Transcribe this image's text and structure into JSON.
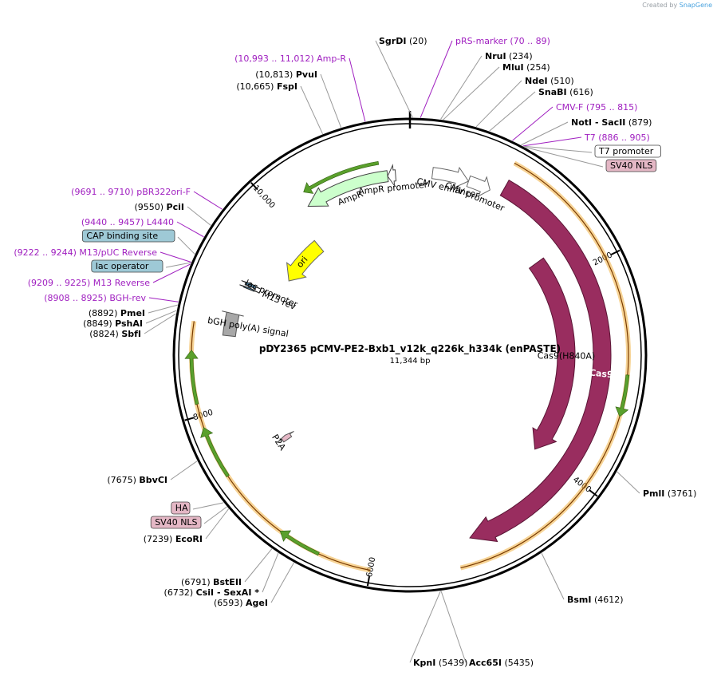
{
  "credit": {
    "prefix": "Created by",
    "brand": "SnapGene"
  },
  "plasmid": {
    "name": "pDY2365 pCMV-PE2-Bxb1_v12k_q226k_h334k (enPASTE)",
    "size_label": "11,344 bp",
    "length": 11344
  },
  "colors": {
    "backbone": "#000000",
    "primer": "#a020c0",
    "cas9": "#992d5f",
    "ori": "#ffff00",
    "ampr": "#ccffcc",
    "promoter": "#ffffff",
    "cap_site": "#9ec9d6",
    "nls": "#e4b7c5",
    "polyA_gray": "#a8a8a8",
    "orange_track": "#f0b040",
    "green_arrow": "#5aa02c"
  },
  "ticks": [
    {
      "pos": 2000,
      "label": "2000"
    },
    {
      "pos": 4000,
      "label": "4000"
    },
    {
      "pos": 6000,
      "label": "6000"
    },
    {
      "pos": 8000,
      "label": "8000"
    },
    {
      "pos": 10000,
      "label": "10,000"
    }
  ],
  "features": [
    {
      "name": "CMV enhancer",
      "label": "CMV enhancer",
      "start": 223,
      "end": 586,
      "strand": 1,
      "type": "enhancer"
    },
    {
      "name": "CMV promoter",
      "label": "CMV promoter",
      "start": 587,
      "end": 815,
      "strand": 1,
      "type": "promoter"
    },
    {
      "name": "Cas9",
      "label": "Cas9",
      "start": 930,
      "end": 5100,
      "strand": 1,
      "type": "cas9_outer"
    },
    {
      "name": "Cas9(H840A)",
      "label": "Cas9(H840A)",
      "start": 1700,
      "end": 4000,
      "strand": 1,
      "type": "cas9_inner"
    },
    {
      "name": "P2A",
      "label": "P2A",
      "start": 7420,
      "end": 7480,
      "strand": 1,
      "type": "small"
    },
    {
      "name": "bGH poly(A) signal",
      "label": "bGH poly(A) signal",
      "start": 8700,
      "end": 8925,
      "strand": 1,
      "type": "polyA"
    },
    {
      "name": "M13 rev",
      "label": "M13 rev",
      "start": 9209,
      "end": 9225,
      "strand": 1,
      "type": "tiny"
    },
    {
      "name": "lac promoter",
      "label": "lac promoter",
      "start": 9240,
      "end": 9270,
      "strand": 1,
      "type": "tiny"
    },
    {
      "name": "ori",
      "label": "ori",
      "start": 9500,
      "end": 10089,
      "strand": -1,
      "type": "ori"
    },
    {
      "name": "AmpR",
      "label": "AmpR",
      "start": 10260,
      "end": 11120,
      "strand": -1,
      "type": "ampr"
    },
    {
      "name": "AmpR promoter",
      "label": "AmpR promoter",
      "start": 11120,
      "end": 11200,
      "strand": -1,
      "type": "amprp"
    }
  ],
  "sites_right": [
    {
      "name": "SgrDI",
      "pos_label": "(20)",
      "pos": 20,
      "color": "#000000"
    },
    {
      "name": "pRS-marker",
      "pos_label": "(70 .. 89)",
      "pos": 80,
      "color": "#a020c0"
    },
    {
      "name": "NruI",
      "pos_label": "(234)",
      "pos": 234,
      "color": "#000000"
    },
    {
      "name": "MluI",
      "pos_label": "(254)",
      "pos": 254,
      "color": "#000000"
    },
    {
      "name": "NdeI",
      "pos_label": "(510)",
      "pos": 510,
      "color": "#000000"
    },
    {
      "name": "SnaBI",
      "pos_label": "(616)",
      "pos": 616,
      "color": "#000000"
    },
    {
      "name": "CMV-F",
      "pos_label": "(795 .. 815)",
      "pos": 805,
      "color": "#a020c0"
    },
    {
      "name": "NotI",
      "extra": " - SacII",
      "pos_label": "(879)",
      "pos": 879,
      "color": "#000000"
    },
    {
      "name": "T7",
      "pos_label": "(886 .. 905)",
      "pos": 895,
      "color": "#a020c0"
    },
    {
      "name": "T7 promoter",
      "boxed": true,
      "pos": 900,
      "color": "#000000"
    },
    {
      "name": "SV40 NLS",
      "boxed": true,
      "pos": 915,
      "color": "#000000"
    },
    {
      "name": "PmlI",
      "pos_label": "(3761)",
      "pos": 3761,
      "color": "#000000"
    },
    {
      "name": "BsmI",
      "pos_label": "(4612)",
      "pos": 4612,
      "color": "#000000"
    },
    {
      "name": "Acc65I",
      "pos_label": "(5435)",
      "pos": 5435,
      "color": "#000000"
    },
    {
      "name": "KpnI",
      "pos_label": "(5439)",
      "pos": 5439,
      "color": "#000000"
    }
  ],
  "sites_left": [
    {
      "name": "AgeI",
      "pos_label": "(6593)",
      "pos": 6593,
      "color": "#000000"
    },
    {
      "name": "CsiI",
      "extra": " - SexAI *",
      "pos_label": "(6732)",
      "pos": 6732,
      "color": "#000000"
    },
    {
      "name": "BstEII",
      "pos_label": "(6791)",
      "pos": 6791,
      "color": "#000000"
    },
    {
      "name": "EcoRI",
      "pos_label": "(7239)",
      "pos": 7239,
      "color": "#000000"
    },
    {
      "name": "SV40 NLS",
      "boxed": true,
      "pos": 7260,
      "color": "#000000"
    },
    {
      "name": "HA",
      "boxed": true,
      "pos": 7300,
      "color": "#000000"
    },
    {
      "name": "BbvCI",
      "pos_label": "(7675)",
      "pos": 7675,
      "color": "#000000"
    },
    {
      "name": "SbfI",
      "pos_label": "(8824)",
      "pos": 8824,
      "color": "#000000"
    },
    {
      "name": "PshAI",
      "pos_label": "(8849)",
      "pos": 8849,
      "color": "#000000"
    },
    {
      "name": "PmeI",
      "pos_label": "(8892)",
      "pos": 8892,
      "color": "#000000"
    },
    {
      "name": "BGH-rev",
      "pos_label": "(8908 .. 8925)",
      "pos": 8916,
      "color": "#a020c0"
    },
    {
      "name": "M13 Reverse",
      "pos_label": "(9209 .. 9225)",
      "pos": 9217,
      "color": "#a020c0"
    },
    {
      "name": "lac operator",
      "boxed": true,
      "pos": 9230,
      "color": "#000000"
    },
    {
      "name": "M13/pUC Reverse",
      "pos_label": "(9222 .. 9244)",
      "pos": 9233,
      "color": "#a020c0"
    },
    {
      "name": "CAP binding site",
      "boxed": true,
      "pos": 9300,
      "color": "#000000"
    },
    {
      "name": "L4440",
      "pos_label": "(9440 .. 9457)",
      "pos": 9448,
      "color": "#a020c0"
    },
    {
      "name": "PciI",
      "pos_label": "(9550)",
      "pos": 9550,
      "color": "#000000"
    },
    {
      "name": "pBR322ori-F",
      "pos_label": "(9691 .. 9710)",
      "pos": 9700,
      "color": "#a020c0"
    },
    {
      "name": "FspI",
      "pos_label": "(10,665)",
      "pos": 10665,
      "color": "#000000"
    },
    {
      "name": "PvuI",
      "pos_label": "(10,813)",
      "pos": 10813,
      "color": "#000000"
    },
    {
      "name": "Amp-R",
      "pos_label": "(10,993 .. 11,012)",
      "pos": 11002,
      "color": "#a020c0"
    }
  ]
}
